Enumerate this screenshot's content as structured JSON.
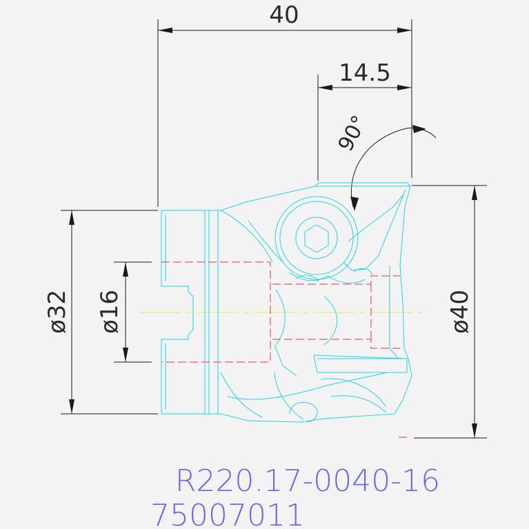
{
  "dimensions": {
    "overall_width": "40",
    "insert_offset": "14.5",
    "angle": "90°",
    "bore_diameter": "ø16",
    "shank_diameter": "ø32",
    "cutting_diameter": "ø40"
  },
  "part": {
    "code": "R220.17-0040-16",
    "number": "75007011"
  },
  "colors": {
    "outline": "#22d3e6",
    "hidden_lines": "#e03a3a",
    "center_line": "#e8e84a",
    "dimensions": "#1a1a1a",
    "label": "#6a6ae0"
  }
}
